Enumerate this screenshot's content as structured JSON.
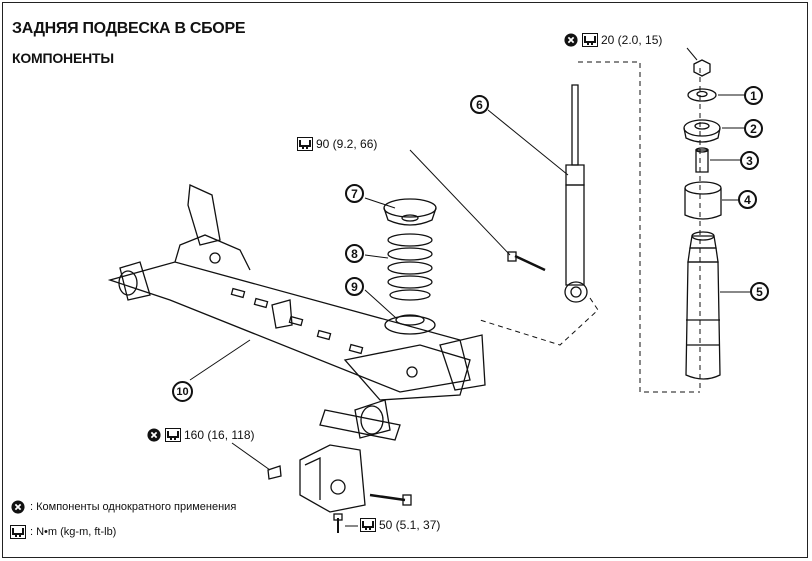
{
  "header": {
    "title": "ЗАДНЯЯ ПОДВЕСКА В СБОРЕ",
    "subtitle": "КОМПОНЕНТЫ"
  },
  "torques": {
    "t20": "20 (2.0, 15)",
    "t90": "90 (9.2, 66)",
    "t160": "160 (16, 118)",
    "t50": "50 (5.1, 37)"
  },
  "callouts": [
    "1",
    "2",
    "3",
    "4",
    "5",
    "6",
    "7",
    "8",
    "9",
    "10"
  ],
  "legend": {
    "single_use": ": Компоненты однократного применения",
    "torque_units": ": N•m  (kg-m,  ft-lb)"
  },
  "icons": {
    "single_use": "x-circle-icon",
    "torque": "wrench-box-icon"
  }
}
